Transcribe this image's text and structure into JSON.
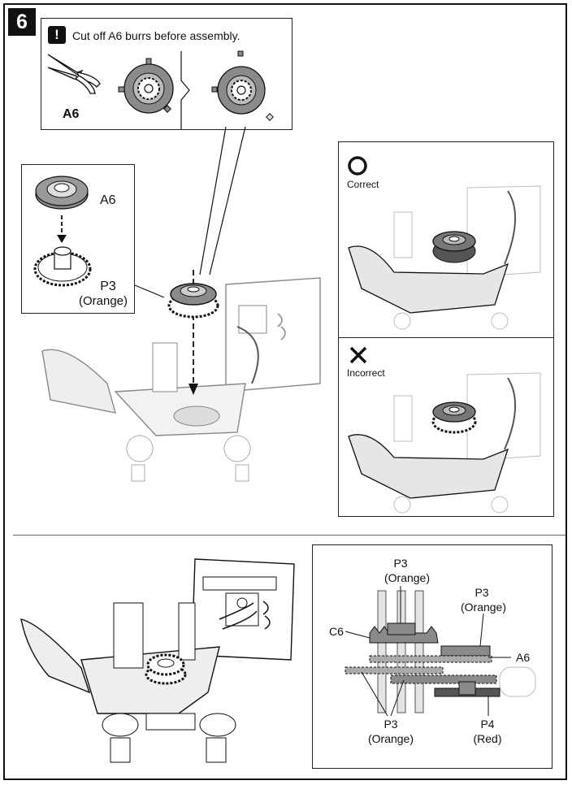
{
  "step": {
    "number": "6"
  },
  "warning": {
    "icon": "exclamation-icon",
    "text": "Cut off A6 burrs before assembly."
  },
  "burr_panel": {
    "part_label": "A6",
    "icon": "nippers-icon"
  },
  "detail_panel": {
    "upper_label": "A6",
    "lower_label_line1": "P3",
    "lower_label_line2": "(Orange)"
  },
  "compare_panel": {
    "correct": {
      "mark": "O",
      "label": "Correct"
    },
    "incorrect": {
      "mark": "X",
      "label": "Incorrect"
    }
  },
  "gear_diagram": {
    "labels": {
      "p3_top_line1": "P3",
      "p3_top_line2": "(Orange)",
      "p3_right_line1": "P3",
      "p3_right_line2": "(Orange)",
      "c6": "C6",
      "a6": "A6",
      "p3_bottom_line1": "P3",
      "p3_bottom_line2": "(Orange)",
      "p4_line1": "P4",
      "p4_line2": "(Red)"
    }
  },
  "colors": {
    "ink": "#111111",
    "part_gray": "#8a8a8a",
    "dark_gear": "#555555",
    "light_body": "#eeeeee"
  }
}
